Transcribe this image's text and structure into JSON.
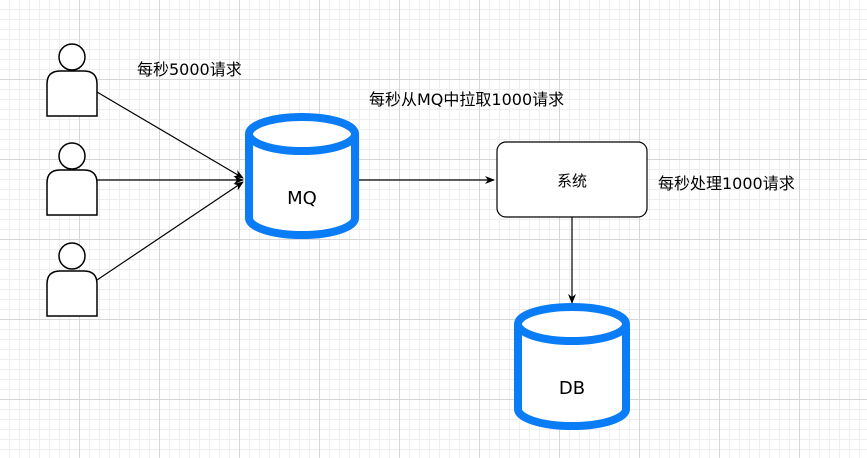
{
  "labels": {
    "users_rate": "每秒5000请求",
    "pull_rate": "每秒从MQ中拉取1000请求",
    "process_rate": "每秒处理1000请求"
  },
  "nodes": {
    "mq": "MQ",
    "system": "系统",
    "db": "DB"
  },
  "colors": {
    "cylinder_stroke": "#0a7cf5",
    "line": "#000000"
  }
}
